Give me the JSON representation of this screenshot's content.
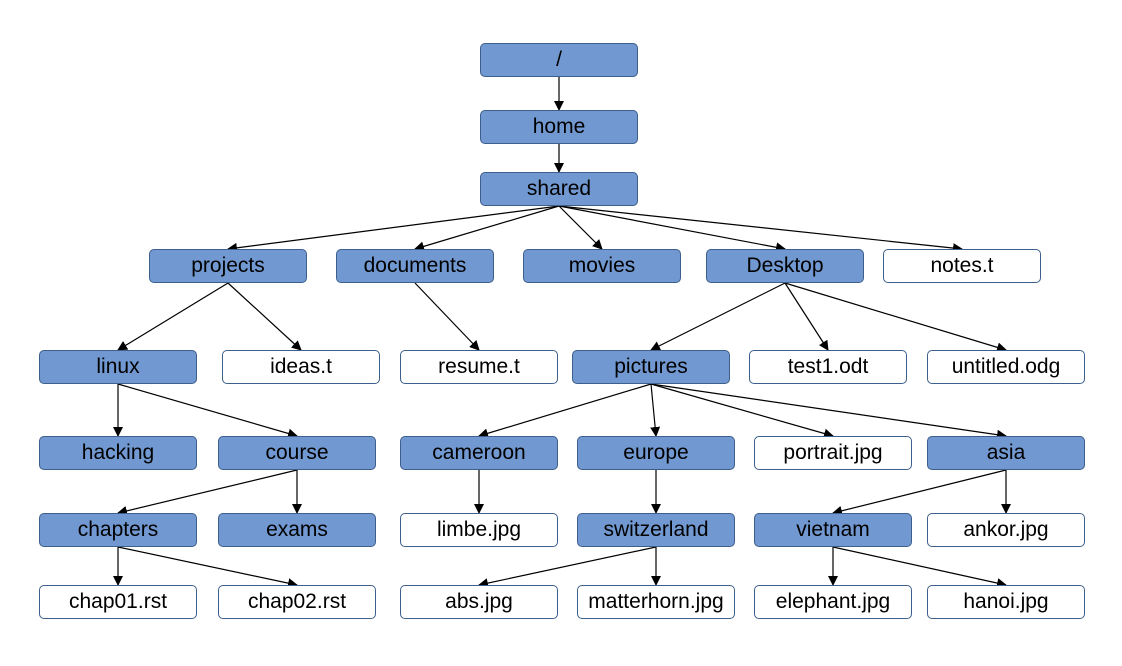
{
  "colors": {
    "directory_fill": "#7198d0",
    "file_fill": "#ffffff",
    "border": "#3c5f8c",
    "edge": "#000000"
  },
  "nodes": {
    "root": "/",
    "home": "home",
    "shared": "shared",
    "projects": "projects",
    "documents": "documents",
    "movies": "movies",
    "desktop": "Desktop",
    "notes": "notes.t",
    "linux": "linux",
    "ideas": "ideas.t",
    "resume": "resume.t",
    "pictures": "pictures",
    "test1": "test1.odt",
    "untitled": "untitled.odg",
    "hacking": "hacking",
    "course": "course",
    "cameroon": "cameroon",
    "europe": "europe",
    "portrait": "portrait.jpg",
    "asia": "asia",
    "chapters": "chapters",
    "exams": "exams",
    "limbe": "limbe.jpg",
    "switzerland": "switzerland",
    "vietnam": "vietnam",
    "ankor": "ankor.jpg",
    "chap01": "chap01.rst",
    "chap02": "chap02.rst",
    "abs": "abs.jpg",
    "matterhorn": "matterhorn.jpg",
    "elephant": "elephant.jpg",
    "hanoi": "hanoi.jpg"
  },
  "edges": [
    [
      "root",
      "home"
    ],
    [
      "home",
      "shared"
    ],
    [
      "shared",
      "projects"
    ],
    [
      "shared",
      "documents"
    ],
    [
      "shared",
      "movies"
    ],
    [
      "shared",
      "desktop"
    ],
    [
      "shared",
      "notes"
    ],
    [
      "projects",
      "linux"
    ],
    [
      "projects",
      "ideas"
    ],
    [
      "documents",
      "resume"
    ],
    [
      "desktop",
      "pictures"
    ],
    [
      "desktop",
      "test1"
    ],
    [
      "desktop",
      "untitled"
    ],
    [
      "linux",
      "hacking"
    ],
    [
      "linux",
      "course"
    ],
    [
      "pictures",
      "cameroon"
    ],
    [
      "pictures",
      "europe"
    ],
    [
      "pictures",
      "portrait"
    ],
    [
      "pictures",
      "asia"
    ],
    [
      "course",
      "chapters"
    ],
    [
      "course",
      "exams"
    ],
    [
      "cameroon",
      "limbe"
    ],
    [
      "europe",
      "switzerland"
    ],
    [
      "asia",
      "vietnam"
    ],
    [
      "asia",
      "ankor"
    ],
    [
      "chapters",
      "chap01"
    ],
    [
      "chapters",
      "chap02"
    ],
    [
      "switzerland",
      "abs"
    ],
    [
      "switzerland",
      "matterhorn"
    ],
    [
      "vietnam",
      "elephant"
    ],
    [
      "vietnam",
      "hanoi"
    ]
  ]
}
